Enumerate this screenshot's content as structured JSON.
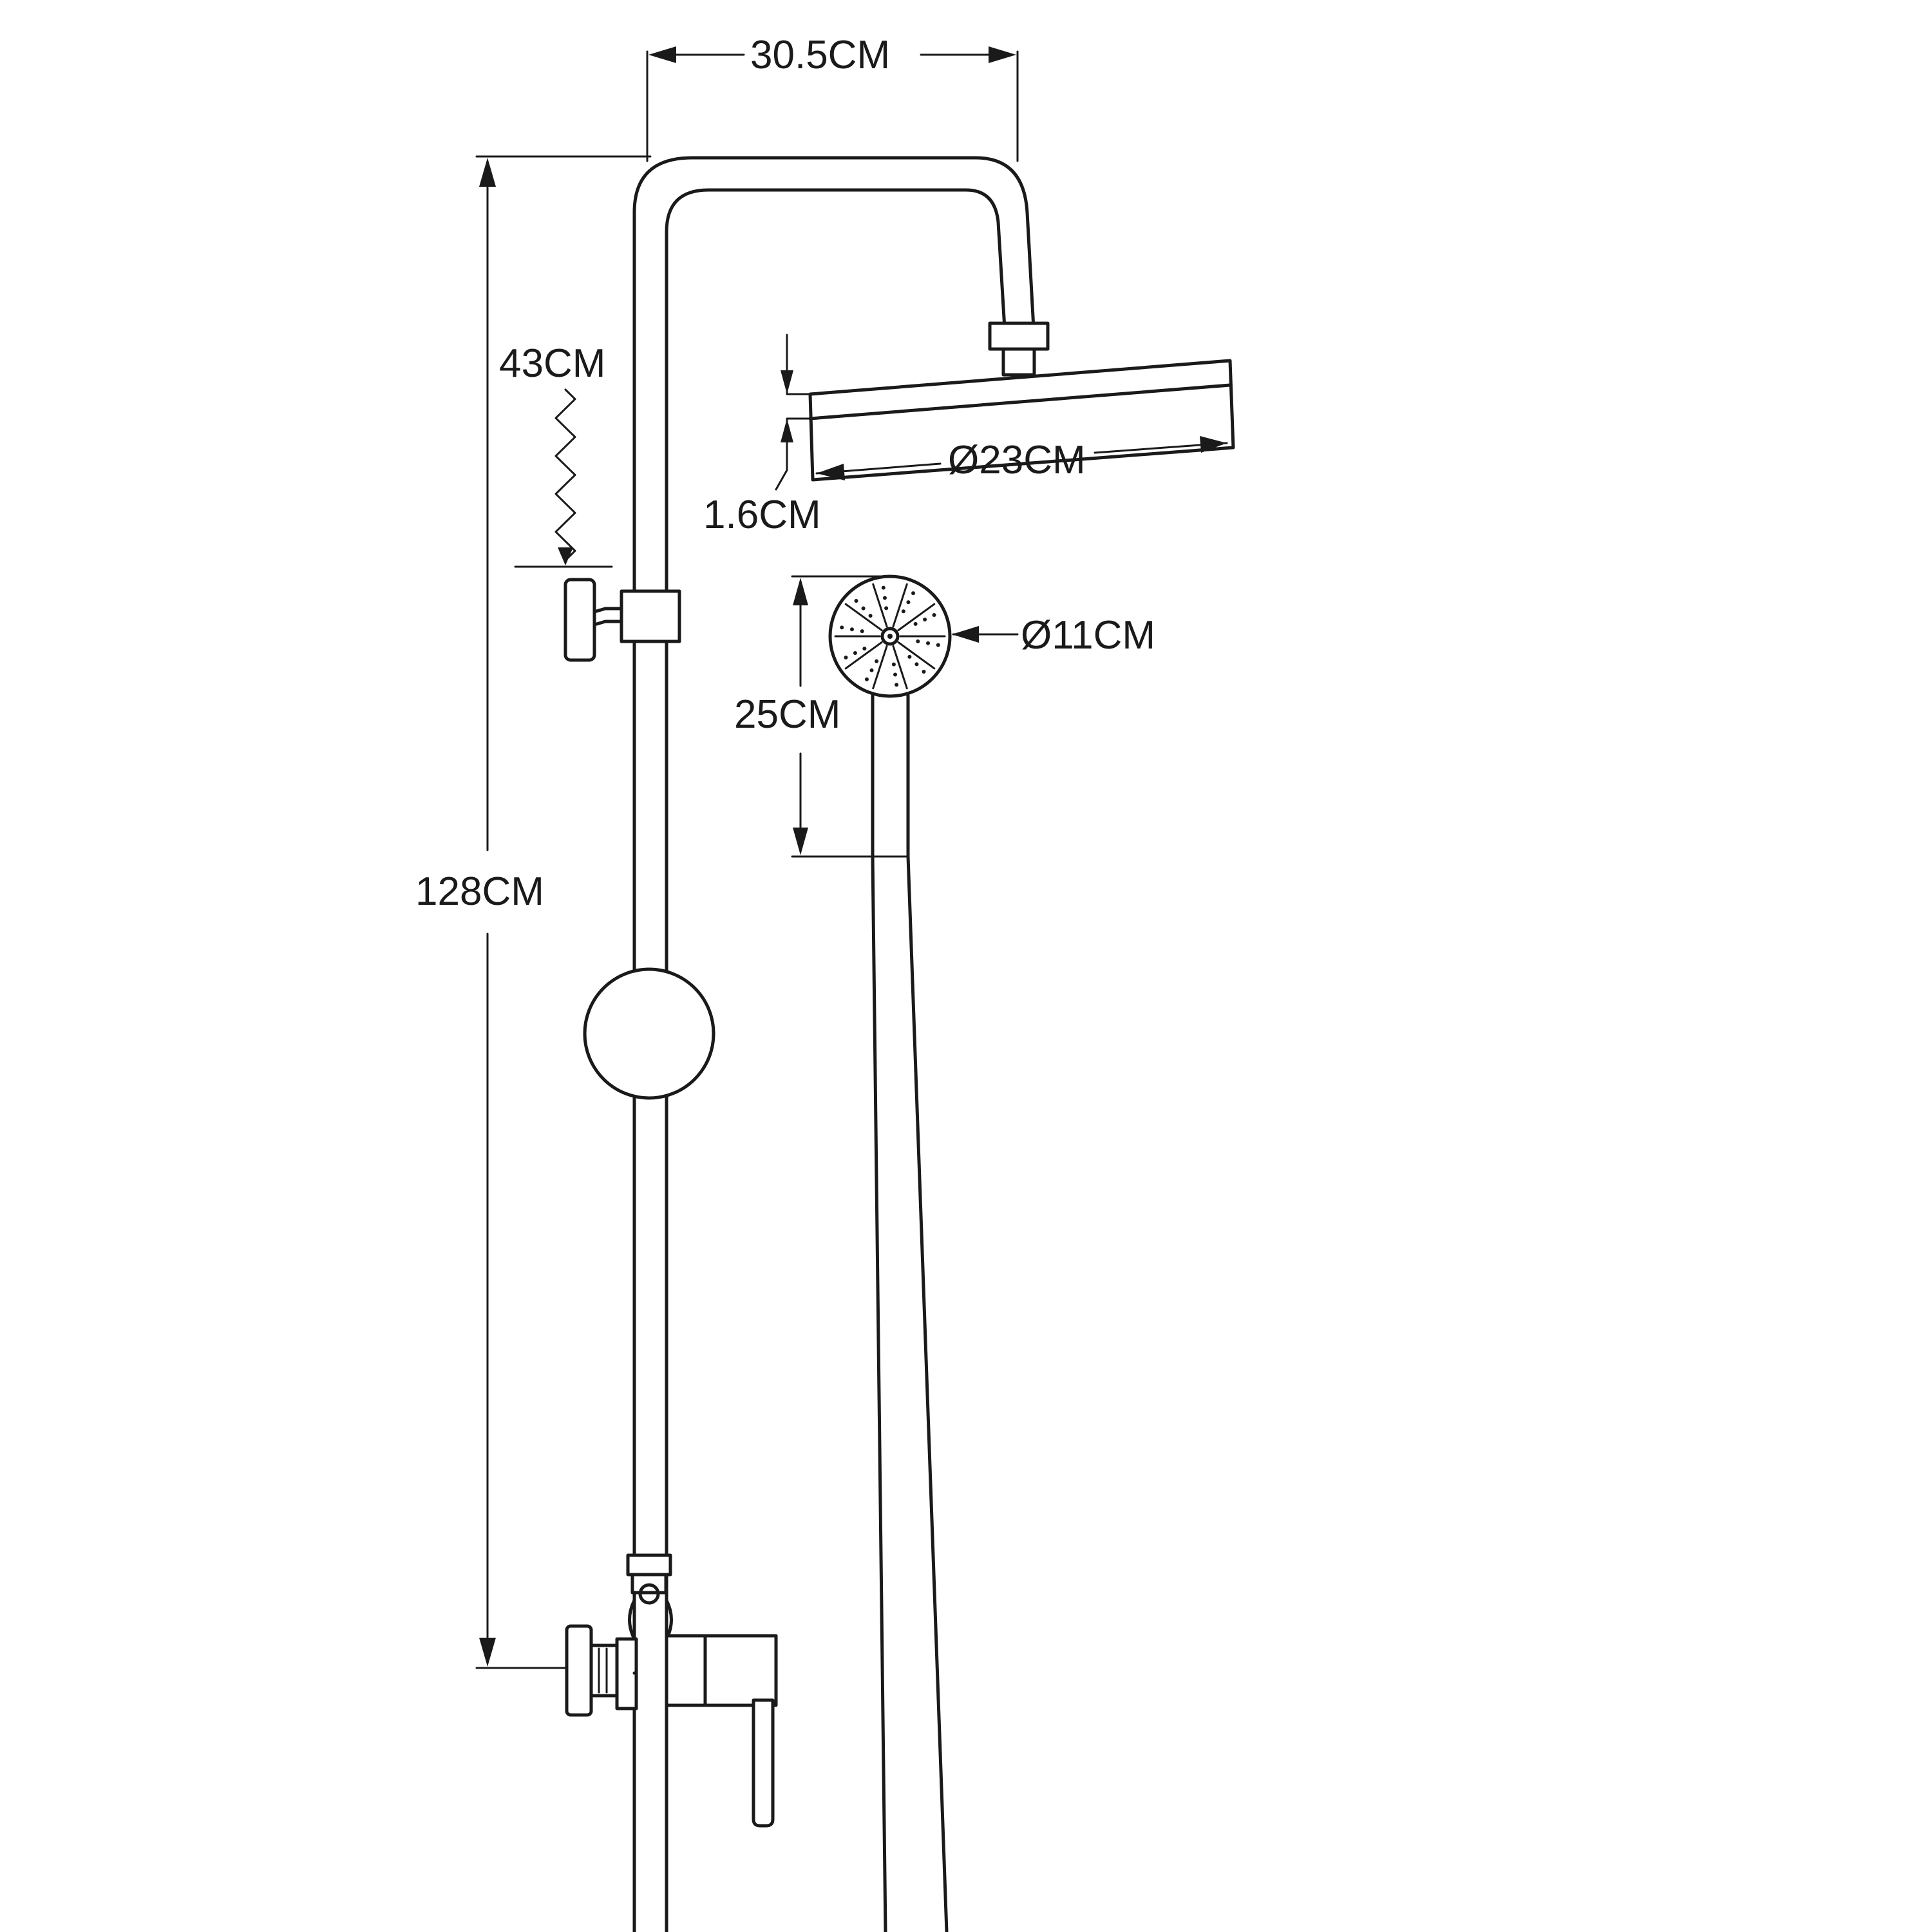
{
  "diagram": {
    "dimensions": {
      "arm_reach": "30.5CM",
      "slider_range": "43CM",
      "head_thickness": "1.6CM",
      "head_diameter": "Ø23CM",
      "hand_shower_diameter": "Ø11CM",
      "hand_shower_length": "25CM",
      "total_height": "128CM"
    }
  }
}
